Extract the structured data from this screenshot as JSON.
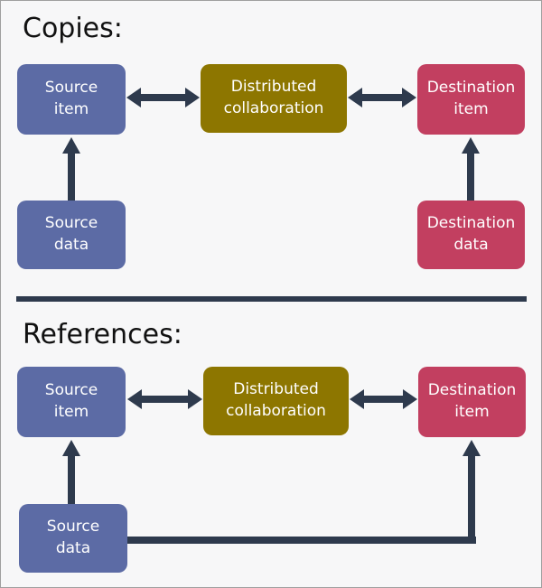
{
  "diagram": {
    "colors": {
      "bg": "#f7f7f8",
      "source": "#5c6ba5",
      "collaboration": "#8d7600",
      "destination": "#c23f60",
      "arrow": "#2e3a4d",
      "heading": "#111111",
      "box_text": "#ffffff"
    },
    "sections": {
      "copies": {
        "heading": "Copies:",
        "boxes": {
          "source_item": {
            "line1": "Source",
            "line2": "item"
          },
          "distributed_collaboration": {
            "line1": "Distributed",
            "line2": "collaboration"
          },
          "destination_item": {
            "line1": "Destination",
            "line2": "item"
          },
          "source_data": {
            "line1": "Source",
            "line2": "data"
          },
          "destination_data": {
            "line1": "Destination",
            "line2": "data"
          }
        }
      },
      "references": {
        "heading": "References:",
        "boxes": {
          "source_item": {
            "line1": "Source",
            "line2": "item"
          },
          "distributed_collaboration": {
            "line1": "Distributed",
            "line2": "collaboration"
          },
          "destination_item": {
            "line1": "Destination",
            "line2": "item"
          },
          "source_data": {
            "line1": "Source",
            "line2": "data"
          }
        }
      }
    }
  }
}
